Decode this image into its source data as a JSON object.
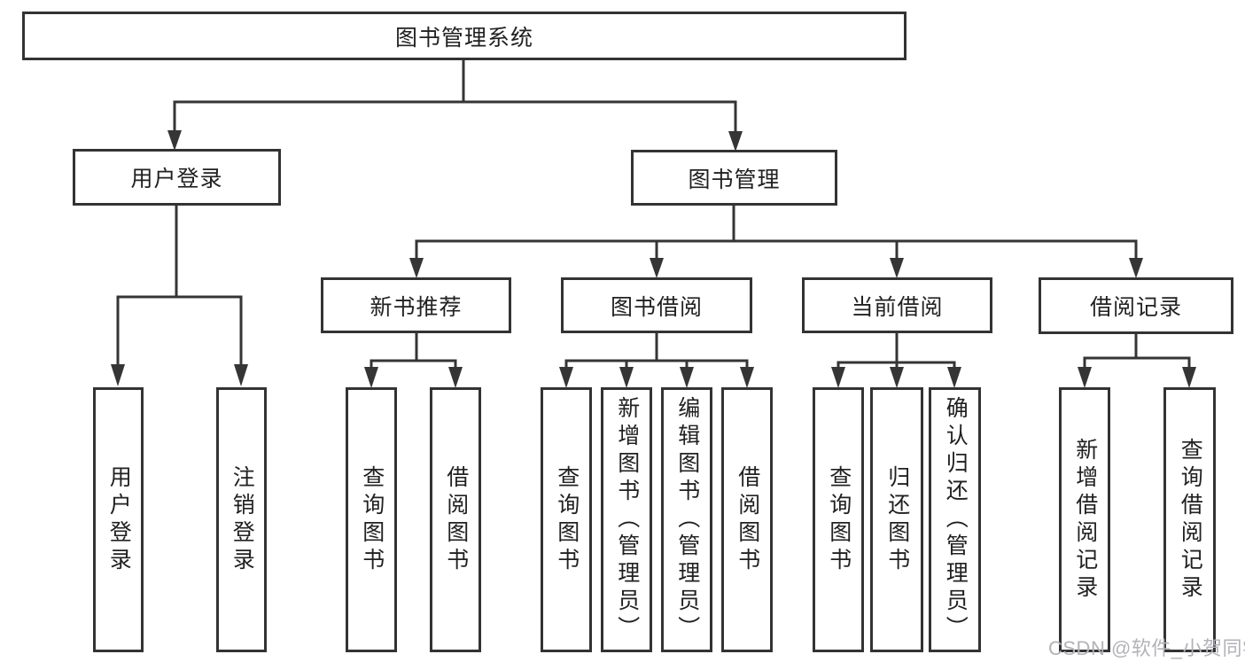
{
  "hierarchy": {
    "root": {
      "label": "图书管理系统"
    },
    "branches": [
      {
        "label": "用户登录",
        "leaves": [
          "用户登录",
          "注销登录"
        ]
      },
      {
        "label": "图书管理",
        "groups": [
          {
            "label": "新书推荐",
            "leaves": [
              "查询图书",
              "借阅图书"
            ]
          },
          {
            "label": "图书借阅",
            "leaves": [
              "查询图书",
              "新增图书（管理员）",
              "编辑图书（管理员）",
              "借阅图书"
            ]
          },
          {
            "label": "当前借阅",
            "leaves": [
              "查询图书",
              "归还图书",
              "确认归还（管理员）"
            ]
          },
          {
            "label": "借阅记录",
            "leaves": [
              "新增借阅记录",
              "查询借阅记录"
            ]
          }
        ]
      }
    ]
  },
  "watermark": {
    "text": "CSDN @软件_小贺同学"
  },
  "style": {
    "line_color": "#353535",
    "box_border_color": "#333333",
    "text_color": "#212121",
    "watermark_color": "#b2b2b8",
    "background": "#ffffff"
  }
}
